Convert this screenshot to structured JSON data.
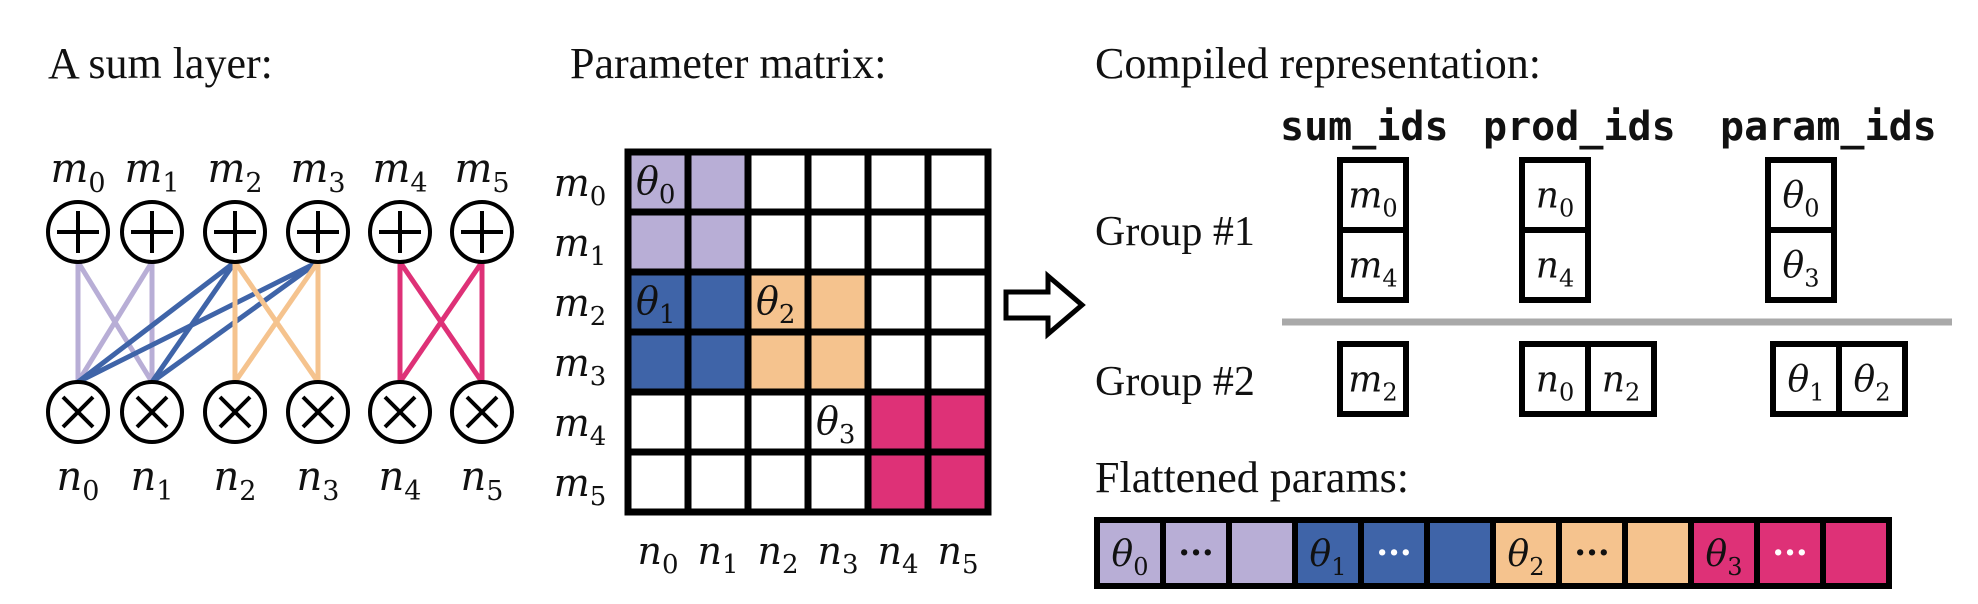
{
  "titles": {
    "sum_layer": "A sum layer:",
    "param_matrix": "Parameter matrix:",
    "compiled": "Compiled representation:",
    "flattened": "Flattened params:"
  },
  "colors": {
    "lavender": "#b8aed6",
    "blue": "#3f64a8",
    "orange": "#f5c38e",
    "magenta": "#de3177",
    "gray_line": "#a9a9a9"
  },
  "sum_nodes": [
    {
      "base": "m",
      "sub": "0"
    },
    {
      "base": "m",
      "sub": "1"
    },
    {
      "base": "m",
      "sub": "2"
    },
    {
      "base": "m",
      "sub": "3"
    },
    {
      "base": "m",
      "sub": "4"
    },
    {
      "base": "m",
      "sub": "5"
    }
  ],
  "prod_nodes": [
    {
      "base": "n",
      "sub": "0"
    },
    {
      "base": "n",
      "sub": "1"
    },
    {
      "base": "n",
      "sub": "2"
    },
    {
      "base": "n",
      "sub": "3"
    },
    {
      "base": "n",
      "sub": "4"
    },
    {
      "base": "n",
      "sub": "5"
    }
  ],
  "matrix": {
    "theta_labels": [
      {
        "base": "θ",
        "sub": "0"
      },
      {
        "base": "θ",
        "sub": "1"
      },
      {
        "base": "θ",
        "sub": "2"
      },
      {
        "base": "θ",
        "sub": "3"
      }
    ]
  },
  "compiled": {
    "columns": [
      "sum_ids",
      "prod_ids",
      "param_ids"
    ],
    "group1": {
      "label": "Group #1",
      "sum_ids": [
        {
          "base": "m",
          "sub": "0"
        },
        {
          "base": "m",
          "sub": "4"
        }
      ],
      "prod_ids": [
        {
          "base": "n",
          "sub": "0"
        },
        {
          "base": "n",
          "sub": "4"
        }
      ],
      "param_ids": [
        {
          "base": "θ",
          "sub": "0"
        },
        {
          "base": "θ",
          "sub": "3"
        }
      ]
    },
    "group2": {
      "label": "Group #2",
      "sum_ids": [
        {
          "base": "m",
          "sub": "2"
        }
      ],
      "prod_ids": [
        {
          "base": "n",
          "sub": "0"
        },
        {
          "base": "n",
          "sub": "2"
        }
      ],
      "param_ids": [
        {
          "base": "θ",
          "sub": "1"
        },
        {
          "base": "θ",
          "sub": "2"
        }
      ]
    }
  },
  "flattened": {
    "ellipsis": "···",
    "cells": [
      {
        "color": "lavender",
        "theta": {
          "base": "θ",
          "sub": "0"
        }
      },
      {
        "color": "lavender",
        "ellipsis": true
      },
      {
        "color": "lavender"
      },
      {
        "color": "blue",
        "theta": {
          "base": "θ",
          "sub": "1"
        }
      },
      {
        "color": "blue",
        "ellipsis": true
      },
      {
        "color": "blue"
      },
      {
        "color": "orange",
        "theta": {
          "base": "θ",
          "sub": "2"
        }
      },
      {
        "color": "orange",
        "ellipsis": true
      },
      {
        "color": "orange"
      },
      {
        "color": "magenta",
        "theta": {
          "base": "θ",
          "sub": "3"
        }
      },
      {
        "color": "magenta",
        "ellipsis": true
      },
      {
        "color": "magenta"
      }
    ]
  }
}
